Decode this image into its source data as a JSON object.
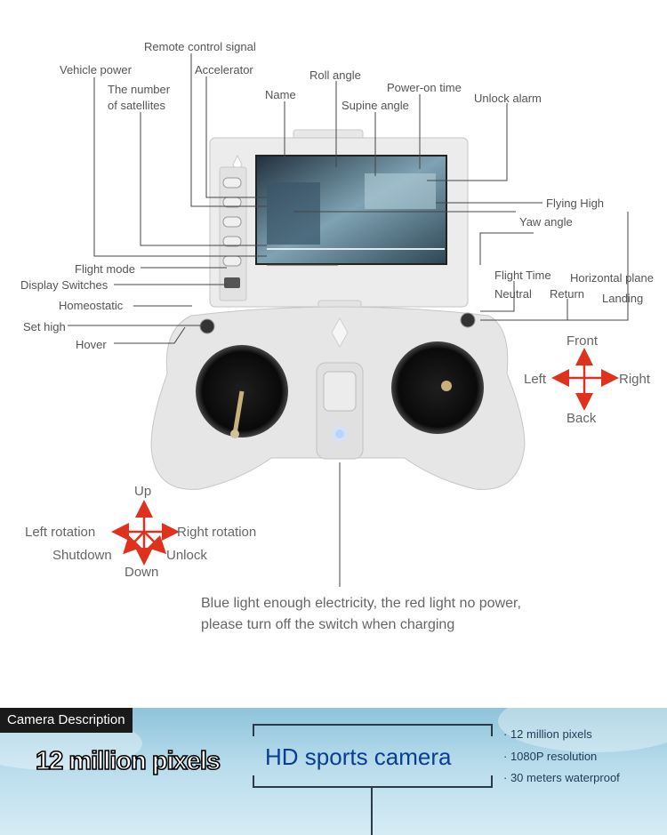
{
  "diagram": {
    "callouts": {
      "remote_control_signal": "Remote control signal",
      "vehicle_power": "Vehicle power",
      "accelerator": "Accelerator",
      "number_of_satellites_1": "The number",
      "number_of_satellites_2": "of satellites",
      "roll_angle": "Roll angle",
      "name": "Name",
      "power_on_time": "Power-on time",
      "supine_angle": "Supine angle",
      "unlock_alarm": "Unlock alarm",
      "flying_high": "Flying High",
      "yaw_angle": "Yaw angle",
      "flight_mode": "Flight mode",
      "display_switches": "Display Switches",
      "homeostatic": "Homeostatic",
      "set_high": "Set high",
      "hover": "Hover",
      "flight_time": "Flight Time",
      "horizontal_plane": "Horizontal plane",
      "neutral": "Neutral",
      "return": "Return",
      "landing": "Landing"
    },
    "right_stick_directions": {
      "front": "Front",
      "back": "Back",
      "left": "Left",
      "right": "Right"
    },
    "left_stick_directions": {
      "up": "Up",
      "down": "Down",
      "left_rotation": "Left rotation",
      "right_rotation": "Right rotation",
      "shutdown": "Shutdown",
      "unlock": "Unlock"
    },
    "power_note_line1": "Blue light enough electricity, the red light no power,",
    "power_note_line2": "please turn off the switch when charging"
  },
  "camera": {
    "tag": "Camera Description",
    "headline": "12 million pixels",
    "product": "HD sports camera",
    "features": [
      "12 million pixels",
      "1080P resolution",
      "30 meters waterproof"
    ]
  },
  "colors": {
    "arrow_red": "#e0301e",
    "headline_blue": "#0a3e8e",
    "banner_blue": "#9dcbe0"
  }
}
